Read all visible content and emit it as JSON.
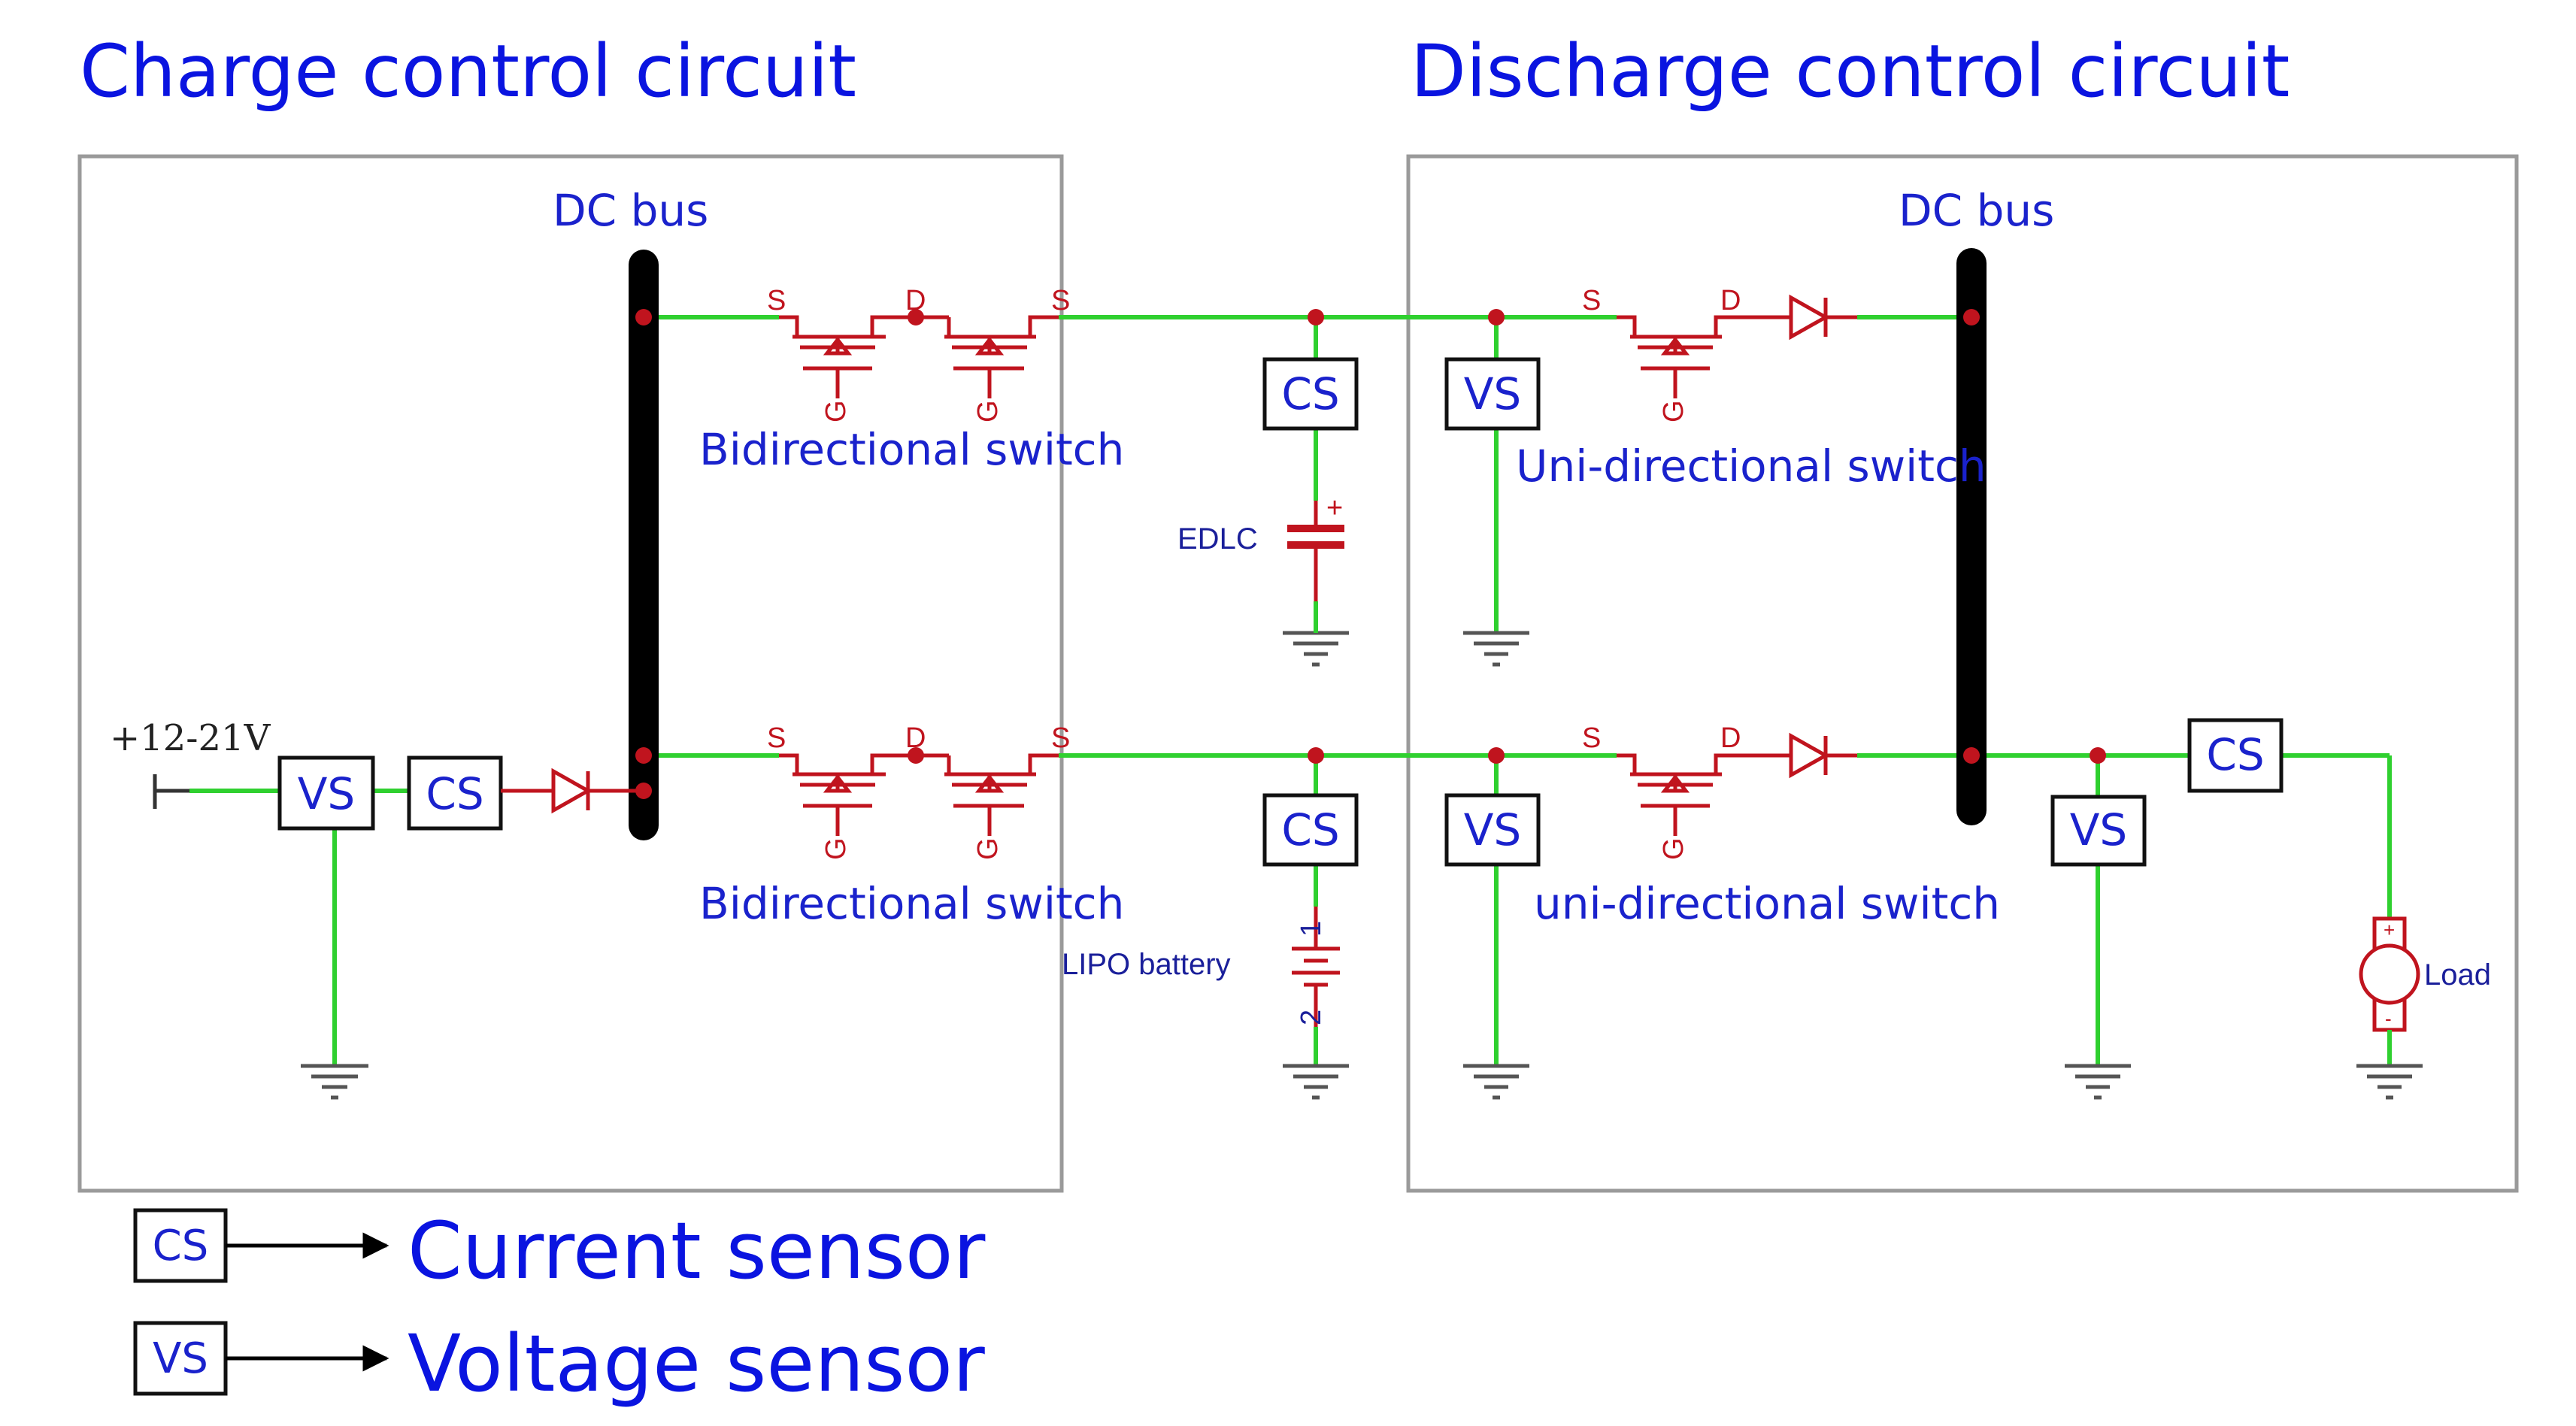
{
  "titles": {
    "charge": "Charge control circuit",
    "discharge": "Discharge control circuit"
  },
  "labels": {
    "dc_bus_left": "DC bus",
    "dc_bus_right": "DC bus",
    "bidir_top": "Bidirectional switch",
    "bidir_bottom": "Bidirectional switch",
    "unidir_top": "Uni-directional switch",
    "unidir_bottom": "uni-directional switch",
    "edlc": "EDLC",
    "lipo": "LIPO battery",
    "load": "Load",
    "supply": "+12-21V"
  },
  "pins": {
    "source": "S",
    "drain": "D",
    "gate": "G",
    "plus": "+",
    "minus": "-",
    "bat_1": "1",
    "bat_2": "2"
  },
  "sensors": {
    "current": "CS",
    "voltage": "VS"
  },
  "legend": {
    "current_box": "CS",
    "current_text": "Current sensor",
    "voltage_box": "VS",
    "voltage_text": "Voltage sensor"
  },
  "colors": {
    "title_blue": "#0a14e0",
    "wire_green": "#2fd02f",
    "component_red": "#c0141e",
    "bus_black": "#000000",
    "frame_gray": "#9a9a9a"
  }
}
